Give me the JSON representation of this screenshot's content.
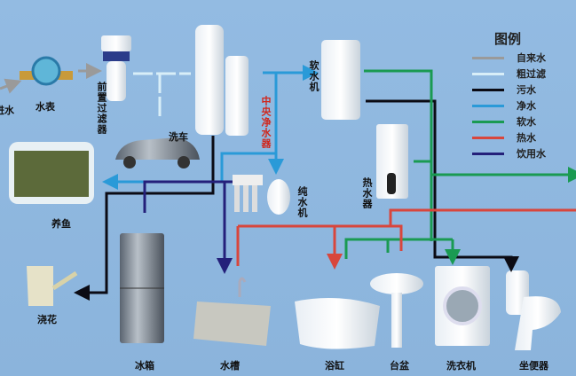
{
  "legend": {
    "title": "图例",
    "items": [
      {
        "label": "自来水",
        "color": "#9a9a9a"
      },
      {
        "label": "粗过滤",
        "color": "#d8eef8"
      },
      {
        "label": "污水",
        "color": "#0b0b14"
      },
      {
        "label": "净水",
        "color": "#2a9ad8"
      },
      {
        "label": "软水",
        "color": "#1a9a52"
      },
      {
        "label": "热水",
        "color": "#d8463c"
      },
      {
        "label": "饮用水",
        "color": "#24207a"
      }
    ]
  },
  "labels": {
    "inlet": "进水",
    "meter": "水表",
    "prefilter": "前置过滤器",
    "carwash": "洗车",
    "central": "中央净水器",
    "softener": "软水机",
    "pure": "纯水机",
    "heater": "热水器",
    "fish": "养鱼",
    "flower": "浇花",
    "fridge": "冰箱",
    "sink": "水槽",
    "bathtub": "浴缸",
    "basin": "台盆",
    "washer": "洗衣机",
    "toilet": "坐便器"
  }
}
